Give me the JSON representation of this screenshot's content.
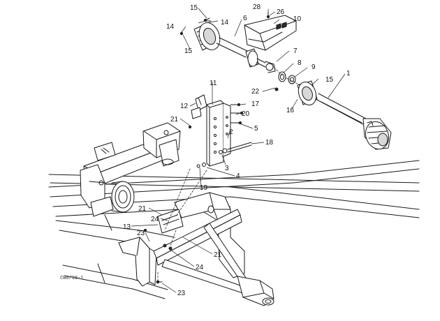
{
  "figure": {
    "code": "CW0/96-1",
    "callouts": [
      "28",
      "26",
      "15",
      "14",
      "6",
      "10",
      "14",
      "15",
      "7",
      "8",
      "9",
      "22",
      "15",
      "1",
      "16",
      "11",
      "12",
      "17",
      "20",
      "21",
      "5",
      "2",
      "18",
      "3",
      "4",
      "19",
      "21",
      "24",
      "13",
      "23",
      "21",
      "24",
      "23"
    ]
  }
}
